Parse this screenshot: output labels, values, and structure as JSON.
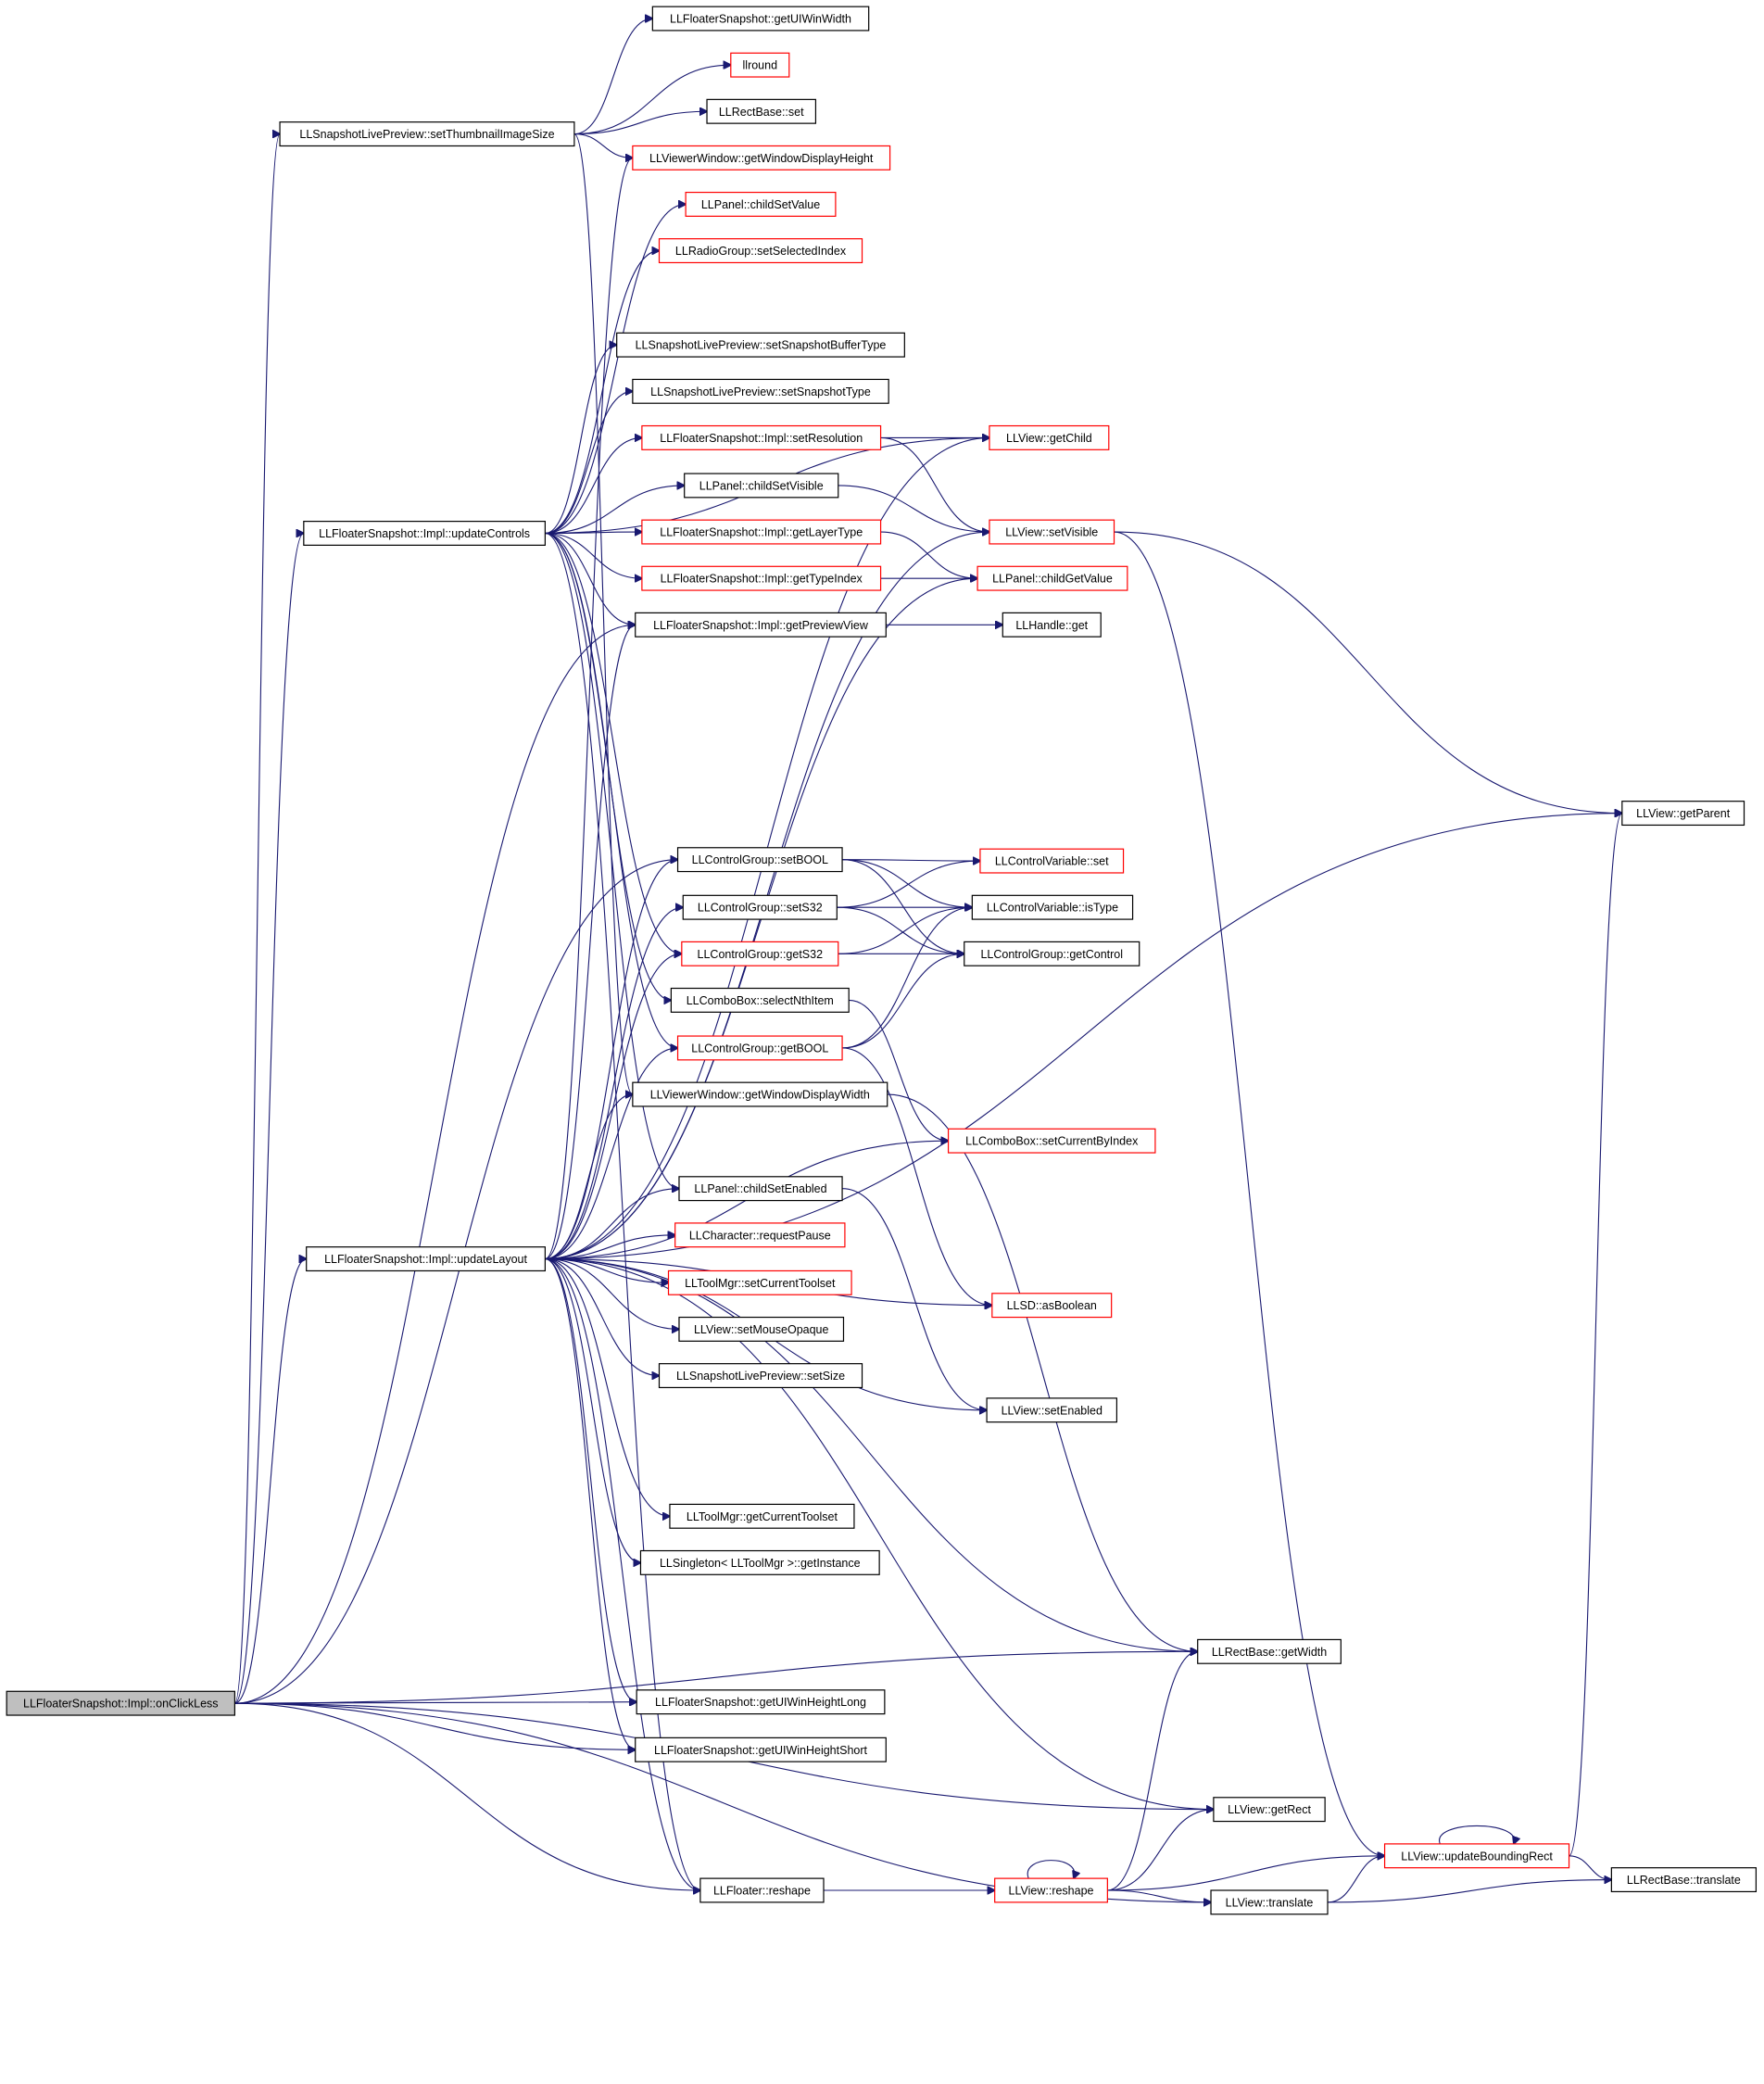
{
  "diagram": {
    "root": "LLFloaterSnapshot::Impl::onClickLess",
    "edge_color": "#191970",
    "truncated_border_color": "#ff0000",
    "root_fill_color": "#bfbfbf",
    "nodes": [
      {
        "id": "onClickLess",
        "label": "LLFloaterSnapshot::Impl::onClickLess",
        "root": true
      },
      {
        "id": "setThumb",
        "label": "LLSnapshotLivePreview::setThumbnailImageSize"
      },
      {
        "id": "updateControls",
        "label": "LLFloaterSnapshot::Impl::updateControls"
      },
      {
        "id": "updateLayout",
        "label": "LLFloaterSnapshot::Impl::updateLayout"
      },
      {
        "id": "getUIWinWidth",
        "label": "LLFloaterSnapshot::getUIWinWidth"
      },
      {
        "id": "llround",
        "label": "llround",
        "truncated": true
      },
      {
        "id": "rectSet",
        "label": "LLRectBase::set"
      },
      {
        "id": "getWinDispH",
        "label": "LLViewerWindow::getWindowDisplayHeight",
        "truncated": true
      },
      {
        "id": "childSetValue",
        "label": "LLPanel::childSetValue",
        "truncated": true
      },
      {
        "id": "setSelIdx",
        "label": "LLRadioGroup::setSelectedIndex",
        "truncated": true
      },
      {
        "id": "setSnapBuf",
        "label": "LLSnapshotLivePreview::setSnapshotBufferType"
      },
      {
        "id": "setSnapType",
        "label": "LLSnapshotLivePreview::setSnapshotType"
      },
      {
        "id": "setRes",
        "label": "LLFloaterSnapshot::Impl::setResolution",
        "truncated": true
      },
      {
        "id": "childSetVisible",
        "label": "LLPanel::childSetVisible"
      },
      {
        "id": "getLayerType",
        "label": "LLFloaterSnapshot::Impl::getLayerType",
        "truncated": true
      },
      {
        "id": "getTypeIndex",
        "label": "LLFloaterSnapshot::Impl::getTypeIndex",
        "truncated": true
      },
      {
        "id": "getPreviewView",
        "label": "LLFloaterSnapshot::Impl::getPreviewView"
      },
      {
        "id": "getChild",
        "label": "LLView::getChild",
        "truncated": true
      },
      {
        "id": "setVisible",
        "label": "LLView::setVisible",
        "truncated": true
      },
      {
        "id": "childGetValue",
        "label": "LLPanel::childGetValue",
        "truncated": true
      },
      {
        "id": "handleGet",
        "label": "LLHandle::get"
      },
      {
        "id": "getParent",
        "label": "LLView::getParent"
      },
      {
        "id": "cgSetBOOL",
        "label": "LLControlGroup::setBOOL"
      },
      {
        "id": "cgSetS32",
        "label": "LLControlGroup::setS32"
      },
      {
        "id": "cgGetS32",
        "label": "LLControlGroup::getS32",
        "truncated": true
      },
      {
        "id": "cbSelectNth",
        "label": "LLComboBox::selectNthItem"
      },
      {
        "id": "cgGetBOOL",
        "label": "LLControlGroup::getBOOL",
        "truncated": true
      },
      {
        "id": "getWinDispW",
        "label": "LLViewerWindow::getWindowDisplayWidth"
      },
      {
        "id": "cvSet",
        "label": "LLControlVariable::set",
        "truncated": true
      },
      {
        "id": "cvIsType",
        "label": "LLControlVariable::isType"
      },
      {
        "id": "cgGetControl",
        "label": "LLControlGroup::getControl"
      },
      {
        "id": "cbSetCur",
        "label": "LLComboBox::setCurrentByIndex",
        "truncated": true
      },
      {
        "id": "childSetEnabled",
        "label": "LLPanel::childSetEnabled"
      },
      {
        "id": "reqPause",
        "label": "LLCharacter::requestPause",
        "truncated": true
      },
      {
        "id": "setToolset",
        "label": "LLToolMgr::setCurrentToolset",
        "truncated": true
      },
      {
        "id": "setMouseOpaque",
        "label": "LLView::setMouseOpaque"
      },
      {
        "id": "setSize",
        "label": "LLSnapshotLivePreview::setSize"
      },
      {
        "id": "asBoolean",
        "label": "LLSD::asBoolean",
        "truncated": true
      },
      {
        "id": "setEnabled",
        "label": "LLView::setEnabled"
      },
      {
        "id": "getToolset",
        "label": "LLToolMgr::getCurrentToolset"
      },
      {
        "id": "getInstance",
        "label": "LLSingleton< LLToolMgr >::getInstance"
      },
      {
        "id": "getWidth",
        "label": "LLRectBase::getWidth"
      },
      {
        "id": "getHLong",
        "label": "LLFloaterSnapshot::getUIWinHeightLong"
      },
      {
        "id": "getHShort",
        "label": "LLFloaterSnapshot::getUIWinHeightShort"
      },
      {
        "id": "getRect",
        "label": "LLView::getRect"
      },
      {
        "id": "updBound",
        "label": "LLView::updateBoundingRect",
        "truncated": true
      },
      {
        "id": "floaterReshape",
        "label": "LLFloater::reshape"
      },
      {
        "id": "viewReshape",
        "label": "LLView::reshape",
        "truncated": true
      },
      {
        "id": "translate",
        "label": "LLView::translate"
      },
      {
        "id": "rectTranslate",
        "label": "LLRectBase::translate"
      }
    ],
    "edges": [
      [
        "onClickLess",
        "setThumb"
      ],
      [
        "onClickLess",
        "updateControls"
      ],
      [
        "onClickLess",
        "updateLayout"
      ],
      [
        "onClickLess",
        "getPreviewView"
      ],
      [
        "onClickLess",
        "cgSetBOOL"
      ],
      [
        "onClickLess",
        "getWidth"
      ],
      [
        "onClickLess",
        "getHLong"
      ],
      [
        "onClickLess",
        "getHShort"
      ],
      [
        "onClickLess",
        "getRect"
      ],
      [
        "onClickLess",
        "floaterReshape"
      ],
      [
        "onClickLess",
        "translate"
      ],
      [
        "setThumb",
        "getUIWinWidth"
      ],
      [
        "setThumb",
        "llround"
      ],
      [
        "setThumb",
        "rectSet"
      ],
      [
        "setThumb",
        "getWinDispH"
      ],
      [
        "setThumb",
        "getWinDispW"
      ],
      [
        "updateControls",
        "childSetValue"
      ],
      [
        "updateControls",
        "setSelIdx"
      ],
      [
        "updateControls",
        "getChild"
      ],
      [
        "updateControls",
        "setSnapBuf"
      ],
      [
        "updateControls",
        "setSnapType"
      ],
      [
        "updateControls",
        "setRes"
      ],
      [
        "updateControls",
        "childSetVisible"
      ],
      [
        "updateControls",
        "getLayerType"
      ],
      [
        "updateControls",
        "getTypeIndex"
      ],
      [
        "updateControls",
        "getPreviewView"
      ],
      [
        "updateControls",
        "cgGetS32"
      ],
      [
        "updateControls",
        "cbSelectNth"
      ],
      [
        "updateControls",
        "cgGetBOOL"
      ],
      [
        "updateControls",
        "childSetEnabled"
      ],
      [
        "updateControls",
        "floaterReshape"
      ],
      [
        "updateLayout",
        "getWinDispH"
      ],
      [
        "updateLayout",
        "getChild"
      ],
      [
        "updateLayout",
        "setVisible"
      ],
      [
        "updateLayout",
        "childGetValue"
      ],
      [
        "updateLayout",
        "getPreviewView"
      ],
      [
        "updateLayout",
        "getParent"
      ],
      [
        "updateLayout",
        "cgSetBOOL"
      ],
      [
        "updateLayout",
        "cgSetS32"
      ],
      [
        "updateLayout",
        "cgGetS32"
      ],
      [
        "updateLayout",
        "cgGetBOOL"
      ],
      [
        "updateLayout",
        "getWinDispW"
      ],
      [
        "updateLayout",
        "cbSetCur"
      ],
      [
        "updateLayout",
        "childSetEnabled"
      ],
      [
        "updateLayout",
        "reqPause"
      ],
      [
        "updateLayout",
        "setToolset"
      ],
      [
        "updateLayout",
        "setMouseOpaque"
      ],
      [
        "updateLayout",
        "setSize"
      ],
      [
        "updateLayout",
        "asBoolean"
      ],
      [
        "updateLayout",
        "setEnabled"
      ],
      [
        "updateLayout",
        "getToolset"
      ],
      [
        "updateLayout",
        "getInstance"
      ],
      [
        "updateLayout",
        "getWidth"
      ],
      [
        "updateLayout",
        "getHLong"
      ],
      [
        "updateLayout",
        "getHShort"
      ],
      [
        "updateLayout",
        "getRect"
      ],
      [
        "updateLayout",
        "floaterReshape"
      ],
      [
        "setRes",
        "getChild"
      ],
      [
        "setRes",
        "setVisible"
      ],
      [
        "childSetVisible",
        "setVisible"
      ],
      [
        "getLayerType",
        "childGetValue"
      ],
      [
        "getTypeIndex",
        "childGetValue"
      ],
      [
        "getPreviewView",
        "handleGet"
      ],
      [
        "setVisible",
        "getParent"
      ],
      [
        "setVisible",
        "updBound"
      ],
      [
        "cgSetBOOL",
        "cvSet"
      ],
      [
        "cgSetBOOL",
        "cvIsType"
      ],
      [
        "cgSetBOOL",
        "cgGetControl"
      ],
      [
        "cgSetS32",
        "cvSet"
      ],
      [
        "cgSetS32",
        "cvIsType"
      ],
      [
        "cgSetS32",
        "cgGetControl"
      ],
      [
        "cgGetS32",
        "cvIsType"
      ],
      [
        "cgGetS32",
        "cgGetControl"
      ],
      [
        "cgGetBOOL",
        "cvIsType"
      ],
      [
        "cgGetBOOL",
        "cgGetControl"
      ],
      [
        "cgGetBOOL",
        "asBoolean"
      ],
      [
        "cbSelectNth",
        "cbSetCur"
      ],
      [
        "getWinDispW",
        "getWidth"
      ],
      [
        "childSetEnabled",
        "setEnabled"
      ],
      [
        "floaterReshape",
        "viewReshape"
      ],
      [
        "viewReshape",
        "viewReshape"
      ],
      [
        "viewReshape",
        "getWidth"
      ],
      [
        "viewReshape",
        "getRect"
      ],
      [
        "viewReshape",
        "updBound"
      ],
      [
        "viewReshape",
        "translate"
      ],
      [
        "translate",
        "updBound"
      ],
      [
        "translate",
        "rectTranslate"
      ],
      [
        "updBound",
        "updBound"
      ],
      [
        "updBound",
        "getParent"
      ],
      [
        "updBound",
        "rectTranslate"
      ]
    ]
  }
}
